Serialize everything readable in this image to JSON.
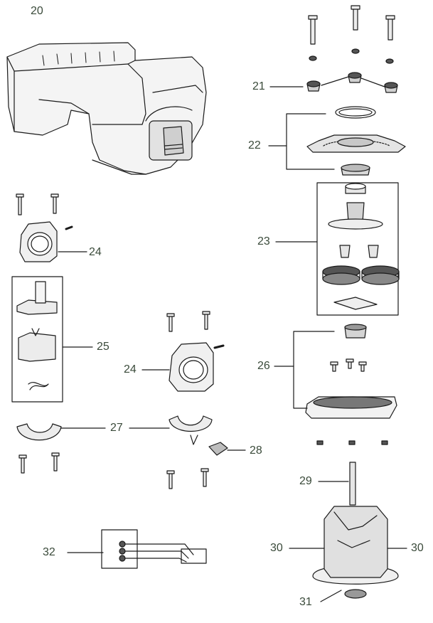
{
  "diagram": {
    "type": "exploded-parts-view",
    "colors": {
      "line": "#1a1a1a",
      "fill_light": "#f2f2f2",
      "fill_mid": "#d9d9d9",
      "fill_dark": "#555555",
      "label": "#3a4a3a"
    },
    "callouts": {
      "c20": "20",
      "c21": "21",
      "c22": "22",
      "c23": "23",
      "c24a": "24",
      "c24b": "24",
      "c25": "25",
      "c26": "26",
      "c27": "27",
      "c28": "28",
      "c29": "29",
      "c30a": "30",
      "c30b": "30",
      "c31": "31",
      "c32": "32"
    }
  }
}
